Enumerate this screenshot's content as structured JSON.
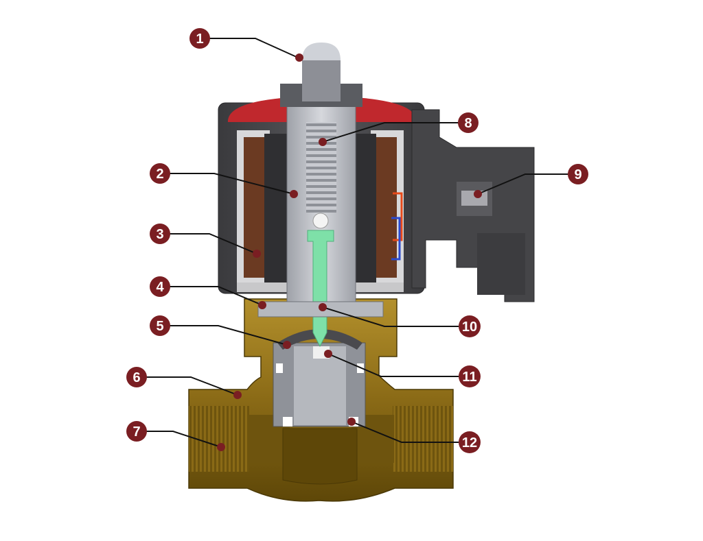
{
  "diagram": {
    "colors": {
      "brass": "#8a6a16",
      "brass_light": "#b3902c",
      "brass_dark": "#5e4708",
      "housing": "#4a4a4e",
      "housing_dark": "#333336",
      "coil": "#6b3a22",
      "plunger": "#7ee0a8",
      "tube": "#b9bcc4",
      "cap_red": "#c0282d",
      "badge": "#7a1e22",
      "badge_text": "#ffffff",
      "leader": "#111111"
    },
    "callouts": [
      {
        "label": "1"
      },
      {
        "label": "2"
      },
      {
        "label": "3"
      },
      {
        "label": "4"
      },
      {
        "label": "5"
      },
      {
        "label": "6"
      },
      {
        "label": "7"
      },
      {
        "label": "8"
      },
      {
        "label": "9"
      },
      {
        "label": "10"
      },
      {
        "label": "11"
      },
      {
        "label": "12"
      }
    ]
  }
}
